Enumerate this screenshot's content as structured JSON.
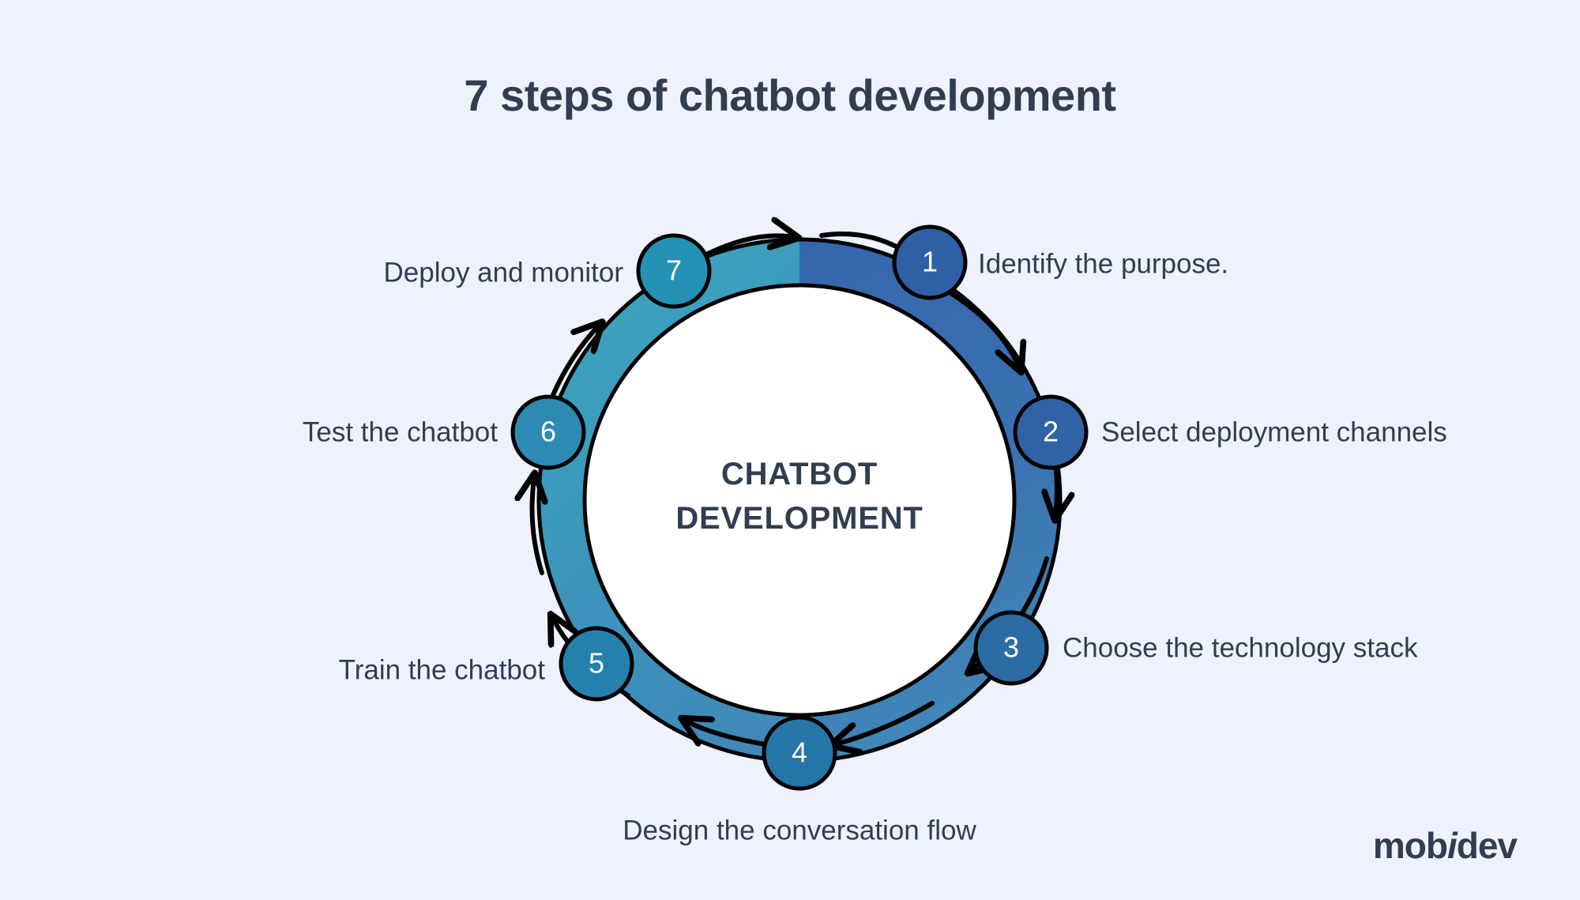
{
  "title": "7 steps of chatbot development",
  "center": {
    "line1": "CHATBOT",
    "line2": "DEVELOPMENT"
  },
  "logo": {
    "part1": "mob",
    "part2": "i",
    "part3": "dev"
  },
  "colors": {
    "background": "#eef2fd",
    "text": "#313d50",
    "ring_start": "#3566ad",
    "ring_mid": "#3f86b6",
    "ring_end": "#3ba2bd",
    "arrow": "#000000",
    "circle_1": "#2f5fa5",
    "circle_2": "#2f63a6",
    "circle_3": "#2b6ca5",
    "circle_4": "#2476a8",
    "circle_5": "#2580ab",
    "circle_6": "#2d8ab3",
    "circle_7": "#2492b5"
  },
  "chart_data": {
    "type": "diagram",
    "subtype": "cycle",
    "direction": "clockwise",
    "step_count": 7,
    "title": "7 steps of chatbot development",
    "hub_label": "CHATBOT DEVELOPMENT",
    "steps": [
      {
        "number": "1",
        "label": "Identify the purpose.",
        "angle_deg": 30,
        "side": "right",
        "color": "#2f5fa5"
      },
      {
        "number": "2",
        "label": "Select deployment channels",
        "angle_deg": 80,
        "side": "right",
        "color": "#2f63a6"
      },
      {
        "number": "3",
        "label": "Choose the technology stack",
        "angle_deg": 130,
        "side": "right",
        "color": "#2b6ca5"
      },
      {
        "number": "4",
        "label": "Design the conversation flow",
        "angle_deg": 180,
        "side": "center",
        "color": "#2476a8"
      },
      {
        "number": "5",
        "label": "Train the chatbot",
        "angle_deg": 230,
        "side": "left",
        "color": "#2580ab"
      },
      {
        "number": "6",
        "label": "Test the chatbot",
        "angle_deg": 280,
        "side": "left",
        "color": "#2d8ab3"
      },
      {
        "number": "7",
        "label": "Deploy and monitor",
        "angle_deg": 330,
        "side": "left",
        "color": "#2492b5"
      }
    ]
  }
}
